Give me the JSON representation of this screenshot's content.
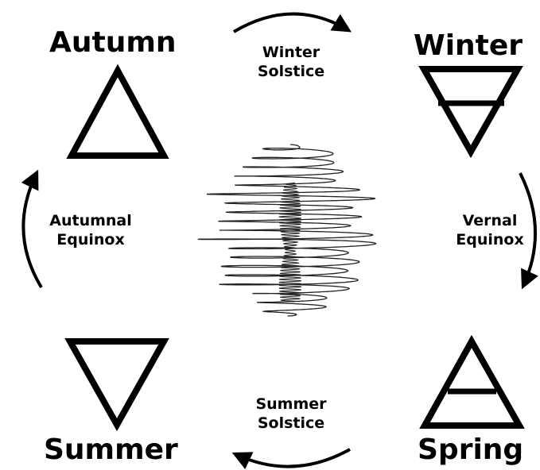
{
  "seasons": {
    "autumn": "Autumn",
    "winter": "Winter",
    "summer": "Summer",
    "spring": "Spring"
  },
  "transitions": {
    "winter_solstice": [
      "Winter",
      "Solstice"
    ],
    "summer_solstice": [
      "Summer",
      "Solstice"
    ],
    "autumnal_equinox": [
      "Autumnal",
      "Equinox"
    ],
    "vernal_equinox": [
      "Vernal",
      "Equinox"
    ]
  },
  "symbols": {
    "autumn": "fire-triangle-icon",
    "winter": "earth-triangle-icon",
    "summer": "water-triangle-icon",
    "spring": "air-triangle-icon"
  },
  "colors": {
    "ink": "#000000",
    "background": "#ffffff"
  }
}
